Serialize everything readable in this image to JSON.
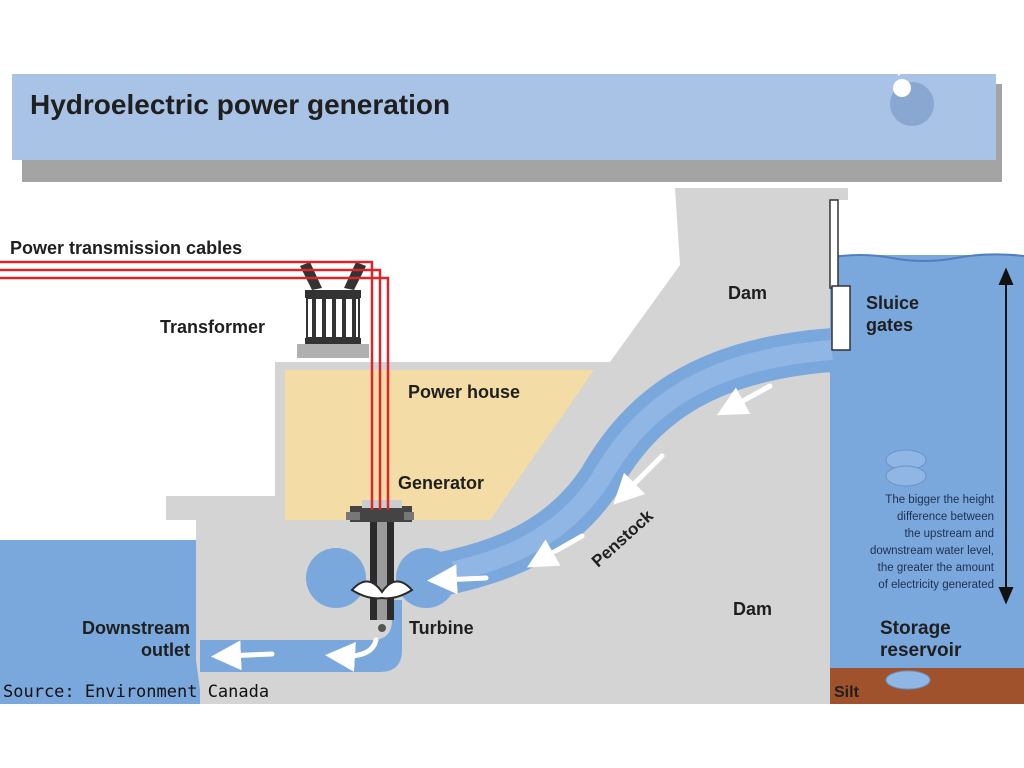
{
  "title": "Hydroelectric power generation",
  "labels": {
    "cables": "Power transmission cables",
    "transformer": "Transformer",
    "power_house": "Power house",
    "generator": "Generator",
    "dam_top": "Dam",
    "dam_bottom": "Dam",
    "sluice_1": "Sluice",
    "sluice_2": "gates",
    "penstock": "Penstock",
    "turbine": "Turbine",
    "downstream_1": "Downstream",
    "downstream_2": "outlet",
    "storage_1": "Storage",
    "storage_2": "reservoir",
    "silt": "Silt"
  },
  "note_lines": [
    "The bigger the height",
    "difference between",
    "the upstream and",
    "downstream water level,",
    "the greater the amount",
    "of electricity generated"
  ],
  "source": "Source: Environment Canada",
  "colors": {
    "banner": "#a9c3e6",
    "water": "#7aa8dc",
    "dam": "#d4d4d4",
    "power_house": "#f4dca6",
    "cable": "#d9262b",
    "silt": "#a0522d"
  }
}
